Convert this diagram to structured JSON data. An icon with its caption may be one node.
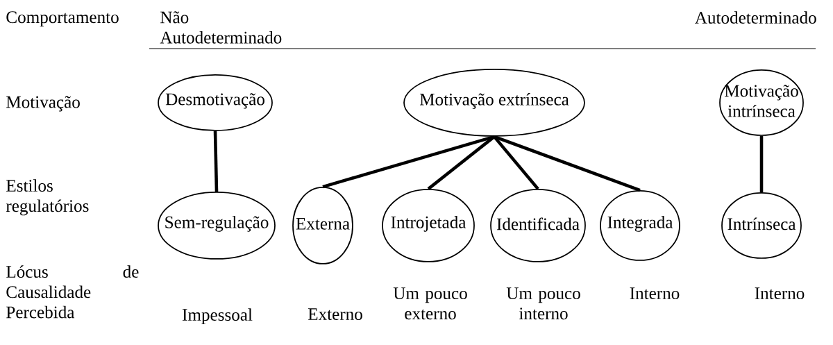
{
  "diagram": {
    "nodes": [
      {
        "text": [
          "Desmotivação"
        ]
      },
      {
        "text": [
          "Motivação extrínseca"
        ]
      },
      {
        "text": [
          "Motivação intrínseca"
        ]
      },
      {
        "text": [
          "Sem-regulação"
        ]
      },
      {
        "text": [
          "Externa"
        ]
      },
      {
        "text": [
          "Introjetada"
        ]
      },
      {
        "text": [
          "Identificada"
        ]
      },
      {
        "text": [
          "Integrada"
        ]
      },
      {
        "text": [
          "Intrínseca"
        ]
      }
    ],
    "edges": [
      {
        "from": 0,
        "to": 3,
        "arrow": "none"
      },
      {
        "from": 1,
        "to": 4,
        "arrow": "none"
      },
      {
        "from": 1,
        "to": 5,
        "arrow": "none"
      },
      {
        "from": 1,
        "to": 6,
        "arrow": "none"
      },
      {
        "from": 1,
        "to": 7,
        "arrow": "none"
      },
      {
        "from": 2,
        "to": 8,
        "arrow": "none"
      }
    ],
    "labels": [
      "Comportamento",
      "Não Autodeterminado",
      "Autodeterminado",
      "Motivação",
      "Estilos regulatórios",
      "Lócus de Causalidade Percebida",
      "Impessoal",
      "Externo",
      "Um pouco externo",
      "Um pouco interno",
      "Interno",
      "Interno"
    ]
  }
}
